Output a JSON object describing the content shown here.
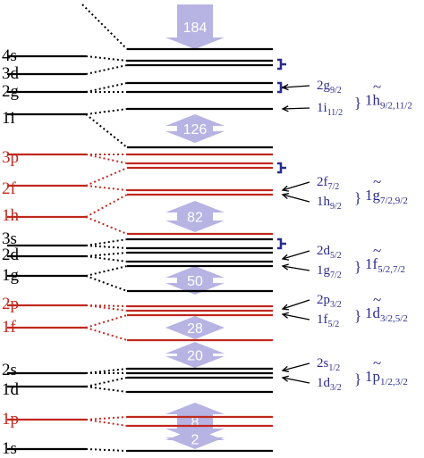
{
  "colors": {
    "black": "#000000",
    "red": "#c0281e",
    "blue": "#2b2b8a",
    "arrow": "#b7b3e3"
  },
  "shells": [
    {
      "id": "4s",
      "label": "4s",
      "color": "black"
    },
    {
      "id": "3d",
      "label": "3d",
      "color": "black"
    },
    {
      "id": "2g",
      "label": "2g",
      "color": "black"
    },
    {
      "id": "1i",
      "label": "1i",
      "color": "black"
    },
    {
      "id": "3p",
      "label": "3p",
      "color": "red"
    },
    {
      "id": "2f",
      "label": "2f",
      "color": "red"
    },
    {
      "id": "1h",
      "label": "1h",
      "color": "red"
    },
    {
      "id": "3s",
      "label": "3s",
      "color": "black"
    },
    {
      "id": "2d",
      "label": "2d",
      "color": "black"
    },
    {
      "id": "1g",
      "label": "1g",
      "color": "black"
    },
    {
      "id": "2p",
      "label": "2p",
      "color": "red"
    },
    {
      "id": "1f",
      "label": "1f",
      "color": "red"
    },
    {
      "id": "2s",
      "label": "2s",
      "color": "black"
    },
    {
      "id": "1d",
      "label": "1d",
      "color": "black"
    },
    {
      "id": "1p",
      "label": "1p",
      "color": "red"
    },
    {
      "id": "1s",
      "label": "1s",
      "color": "black"
    }
  ],
  "magic_numbers": [
    "184",
    "126",
    "82",
    "50",
    "28",
    "20",
    "8",
    "2"
  ],
  "partner_pairs": [
    {
      "upper": {
        "base": "2g",
        "sub": "9/2"
      },
      "lower": {
        "base": "1i",
        "sub": "11/2"
      },
      "group": {
        "base": "1h",
        "sub": "9/2,11/2"
      }
    },
    {
      "upper": {
        "base": "2f",
        "sub": "7/2"
      },
      "lower": {
        "base": "1h",
        "sub": "9/2"
      },
      "group": {
        "base": "1g",
        "sub": "7/2,9/2"
      }
    },
    {
      "upper": {
        "base": "2d",
        "sub": "5/2"
      },
      "lower": {
        "base": "1g",
        "sub": "7/2"
      },
      "group": {
        "base": "1f",
        "sub": "5/2,7/2"
      }
    },
    {
      "upper": {
        "base": "2p",
        "sub": "3/2"
      },
      "lower": {
        "base": "1f",
        "sub": "5/2"
      },
      "group": {
        "base": "1d",
        "sub": "3/2,5/2"
      }
    },
    {
      "upper": {
        "base": "2s",
        "sub": "1/2"
      },
      "lower": {
        "base": "1d",
        "sub": "3/2"
      },
      "group": {
        "base": "1p",
        "sub": "1/2,3/2"
      }
    }
  ],
  "brace": "}"
}
